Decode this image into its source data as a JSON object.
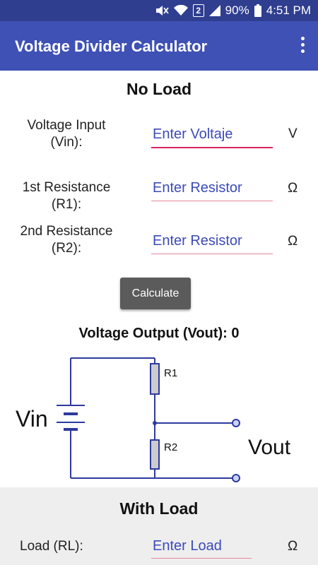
{
  "status_bar": {
    "battery": "90%",
    "time": "4:51 PM",
    "sim": "2",
    "icons": [
      "mute-icon",
      "wifi-icon",
      "sim-icon",
      "signal-icon",
      "battery-icon"
    ]
  },
  "app_bar": {
    "title": "Voltage Divider Calculator",
    "menu_icon": "more-vert-icon"
  },
  "no_load": {
    "title": "No Load",
    "fields": [
      {
        "label_line1": "Voltage Input",
        "label_line2": "(Vin):",
        "placeholder": "Enter Voltaje",
        "value": "",
        "unit": "V"
      },
      {
        "label_line1": "1st Resistance",
        "label_line2": "(R1):",
        "placeholder": "Enter Resistor",
        "value": "",
        "unit": "Ω"
      },
      {
        "label_line1": "2nd Resistance",
        "label_line2": "(R2):",
        "placeholder": "Enter Resistor",
        "value": "",
        "unit": "Ω"
      }
    ],
    "calculate_label": "Calculate",
    "output_label": "Voltage Output (Vout): 0"
  },
  "diagram": {
    "vin_label": "Vin",
    "vout_label": "Vout",
    "r1_label": "R1",
    "r2_label": "R2",
    "wire_color": "#2e3a9f",
    "resistor_fill": "#cccccc"
  },
  "with_load": {
    "title": "With Load",
    "field": {
      "label": "Load (RL):",
      "placeholder": "Enter Load",
      "value": "",
      "unit": "Ω"
    }
  },
  "colors": {
    "status_bar": "#2f3e8f",
    "app_bar": "#3f51b5",
    "accent": "#e0245e",
    "input_text": "#3b4bb8"
  }
}
